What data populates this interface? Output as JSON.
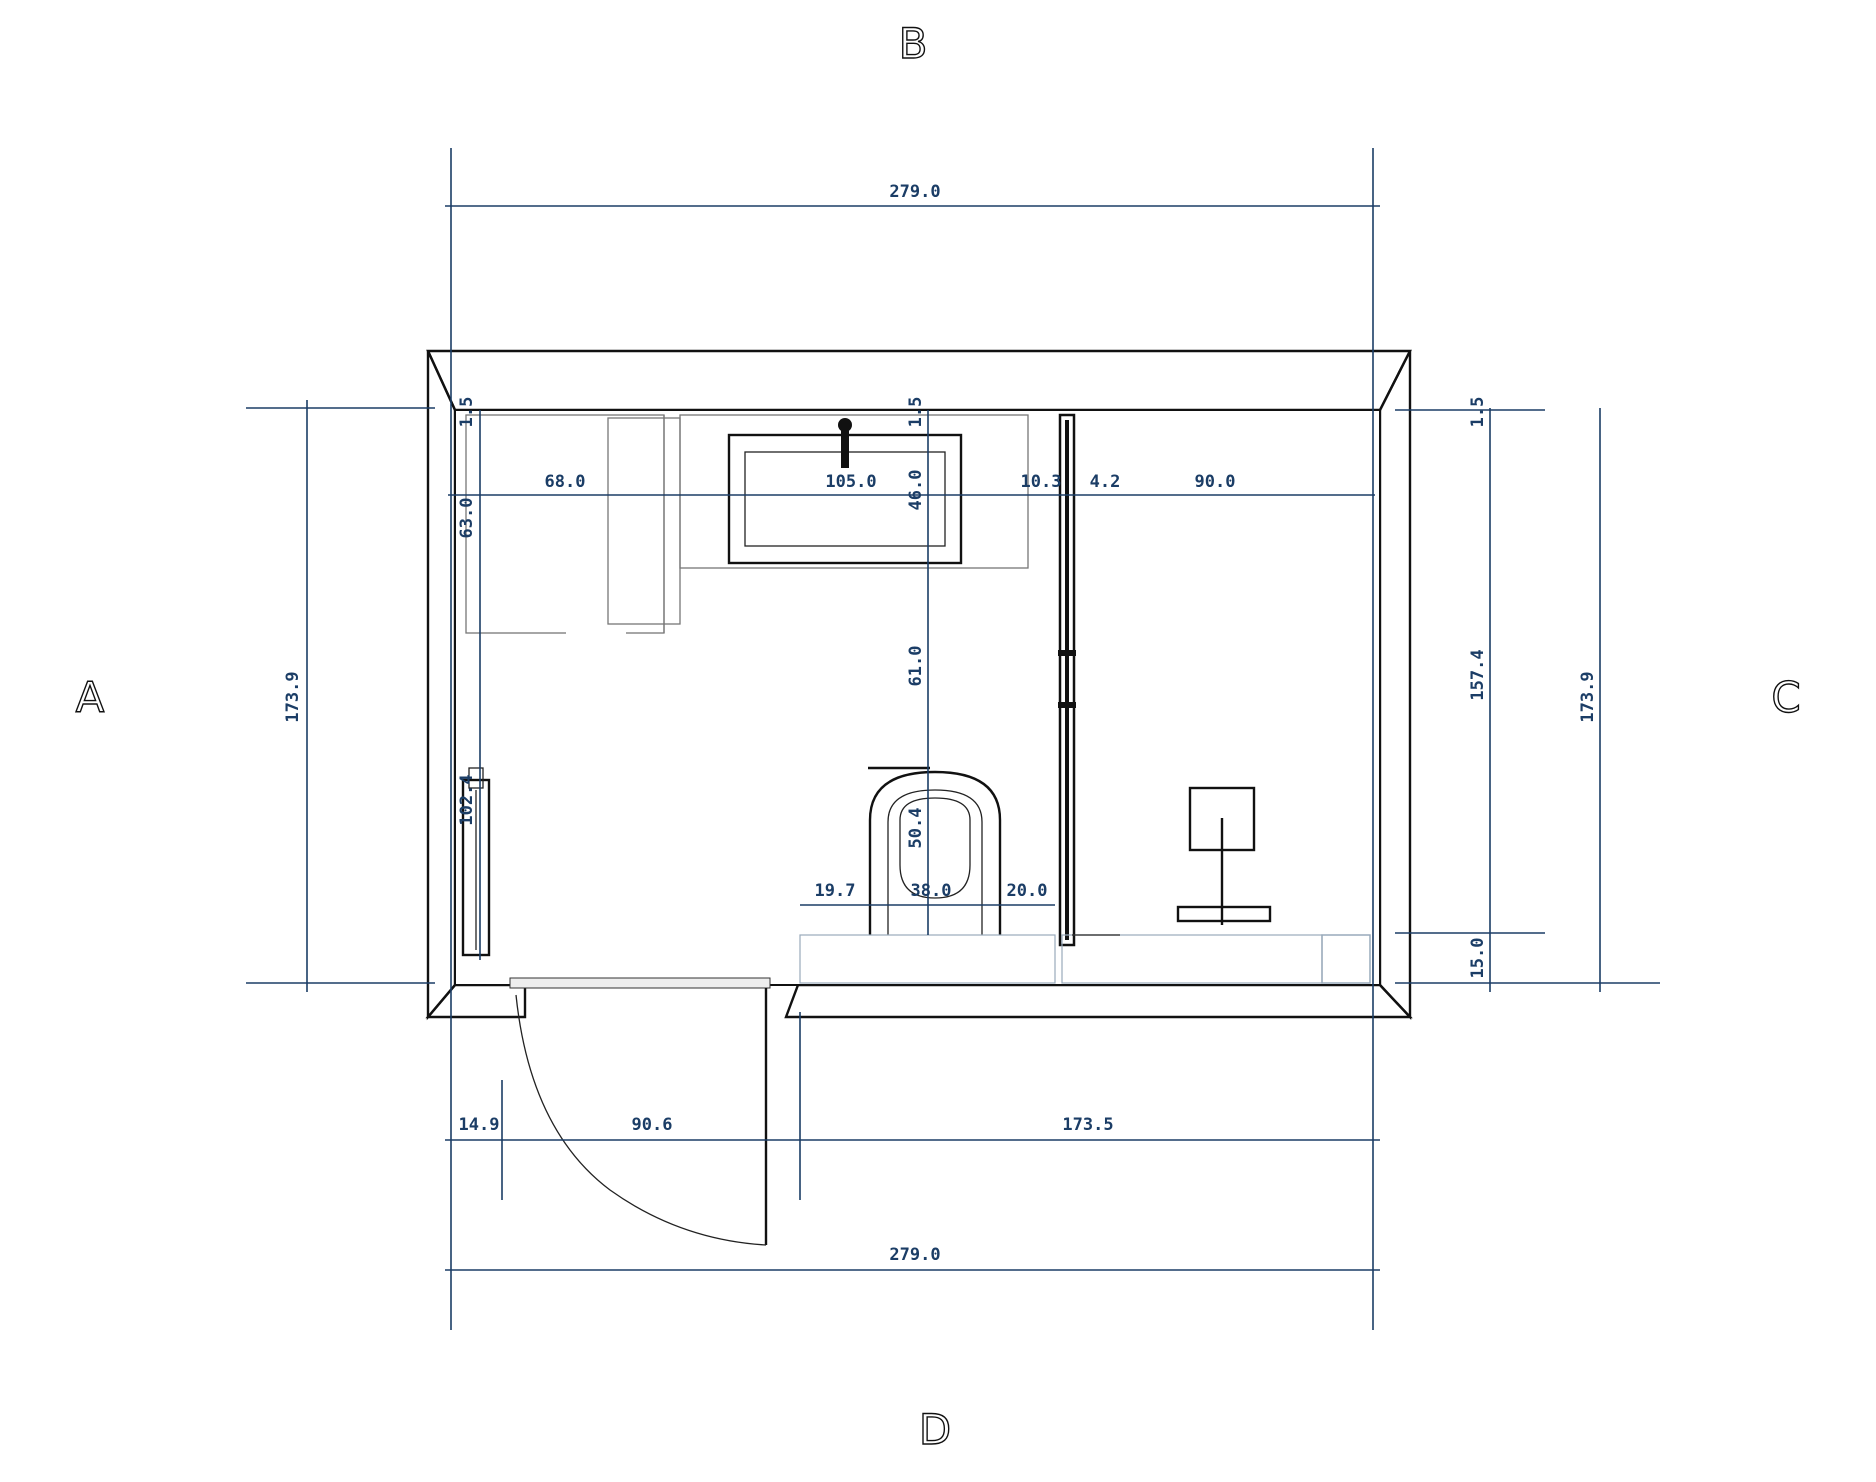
{
  "side_labels": {
    "top": "B",
    "left": "A",
    "right": "C",
    "bottom": "D"
  },
  "dimensions": {
    "top_width": "279.0",
    "bottom_width": "279.0",
    "left_height": "173.9",
    "right_height": "173.9",
    "right_inner_height": "157.4",
    "right_top_gap": "1.5",
    "right_bottom_gap": "15.0",
    "vanity_width": "68.0",
    "basin_width": "105.0",
    "basin_gap": "10.3",
    "partition": "4.2",
    "shower_width": "90.0",
    "vanity_top_gap": "1.5",
    "basin_top_gap": "1.5",
    "vanity_depth": "63.0",
    "basin_depth": "46.0",
    "basin_to_wc": "61.0",
    "wc_depth": "50.4",
    "radiator_height": "102.4",
    "wc_left": "19.7",
    "wc_width": "38.0",
    "wc_right": "20.0",
    "door_offset": "14.9",
    "door_width": "90.6",
    "wall_run": "173.5"
  }
}
